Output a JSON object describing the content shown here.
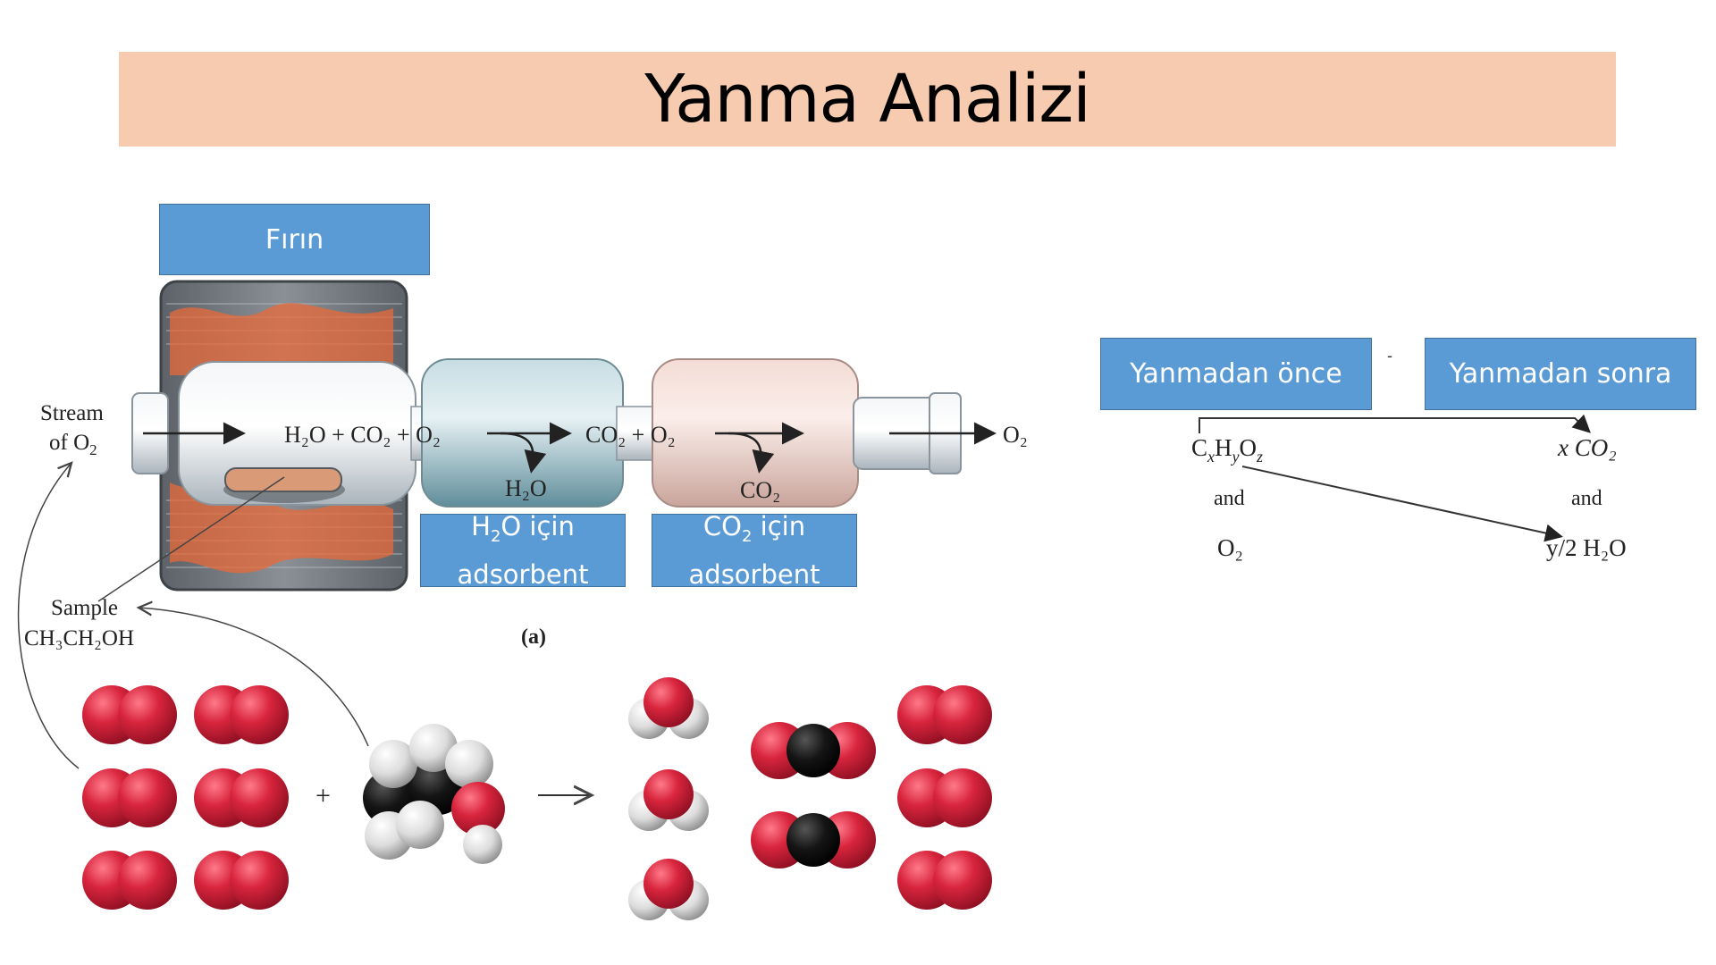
{
  "title": "Yanma Analizi",
  "labels": {
    "firin": "Fırın",
    "h2o_adsorbent_prefix": "H",
    "h2o_adsorbent_sub": "2",
    "h2o_adsorbent_suffix": "O için",
    "co2_adsorbent_prefix": "CO",
    "co2_adsorbent_sub": "2",
    "co2_adsorbent_suffix": " için",
    "adsorbent": "adsorbent",
    "before": "Yanmadan önce",
    "after": "Yanmadan sonra",
    "dash": "-"
  },
  "apparatus": {
    "stream_line1": "Stream",
    "stream_line2": "of O",
    "stream_sub": "2",
    "reaction": "H₂O + CO₂ + O₂",
    "after_h2o": "CO₂ + O₂",
    "h2o_out": "H₂O",
    "co2_out": "CO₂",
    "o2_out": "O₂",
    "sample": "Sample",
    "sample_formula": "CH₃CH₂OH",
    "caption": "(a)"
  },
  "equation": {
    "reactant1": "CₓH_yO_z",
    "and1": "and",
    "reactant2": "O₂",
    "product1": "x CO₂",
    "and2": "and",
    "product2": "y/2 H₂O"
  },
  "colors": {
    "title_bg": "#f7cbb0",
    "box_blue": "#5b9bd5",
    "oxygen_red": "#d8253d",
    "carbon_black": "#111111",
    "hydrogen_white": "#e8e8e8"
  }
}
